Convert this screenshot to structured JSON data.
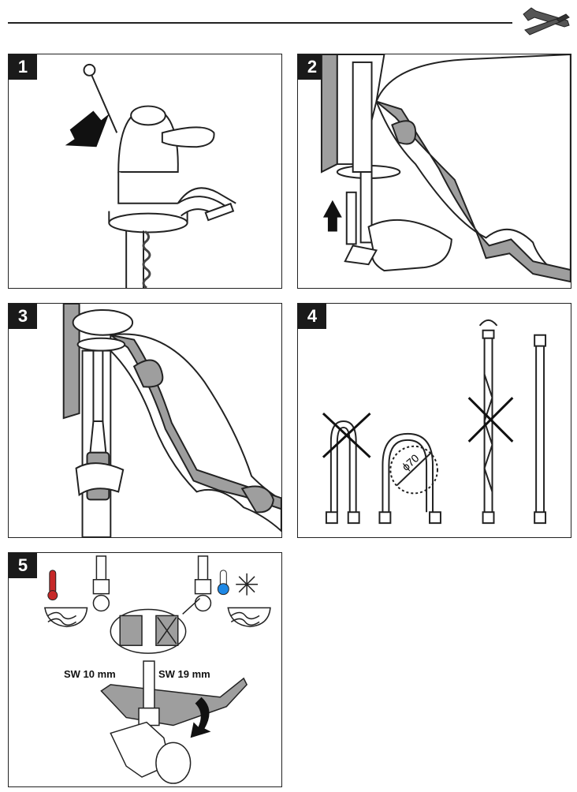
{
  "header": {
    "icon": "wrench-screwdriver-icon"
  },
  "steps": [
    {
      "number": "1"
    },
    {
      "number": "2"
    },
    {
      "number": "3"
    },
    {
      "number": "4",
      "bend_diameter": "ϕ70"
    },
    {
      "number": "5",
      "wrench_size_left": "SW 10 mm",
      "wrench_size_right": "SW 19 mm"
    }
  ],
  "colors": {
    "hot": "#c62828",
    "cold": "#1e88e5",
    "line": "#222222",
    "fill": "#9e9e9e"
  }
}
